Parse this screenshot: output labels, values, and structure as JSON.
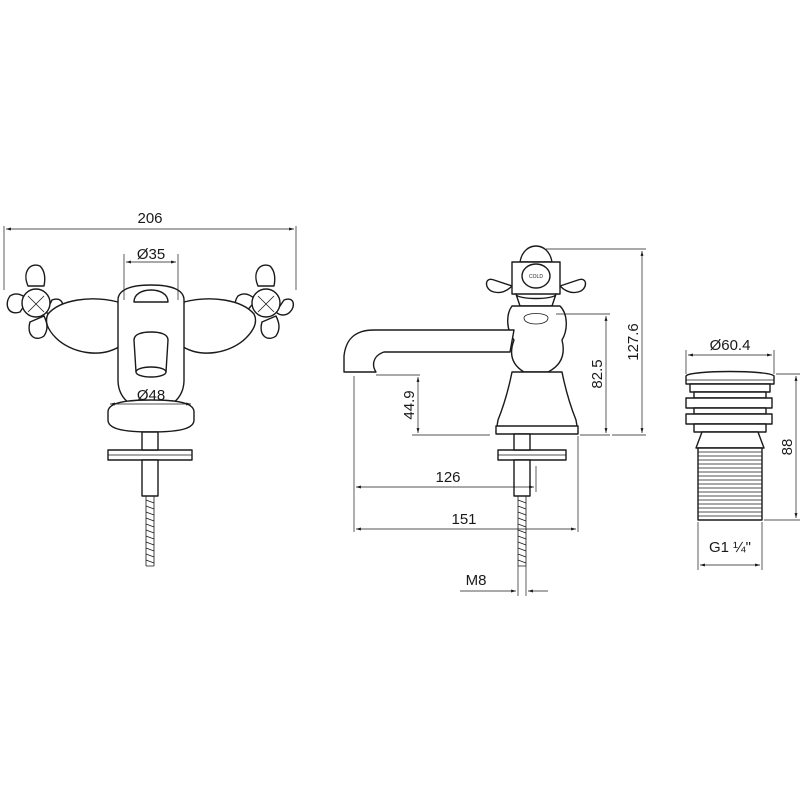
{
  "front_view": {
    "overall_width": "206",
    "body_diameter": "Ø35",
    "base_diameter": "Ø48"
  },
  "side_view": {
    "handle_label": "COLD",
    "spout_height": "44.9",
    "body_height": "82.5",
    "overall_height": "127.6",
    "spout_reach": "126",
    "overall_depth": "151",
    "thread_size": "M8"
  },
  "waste_view": {
    "cap_diameter": "Ø60.4",
    "height": "88",
    "thread": "G1 ¼\""
  }
}
